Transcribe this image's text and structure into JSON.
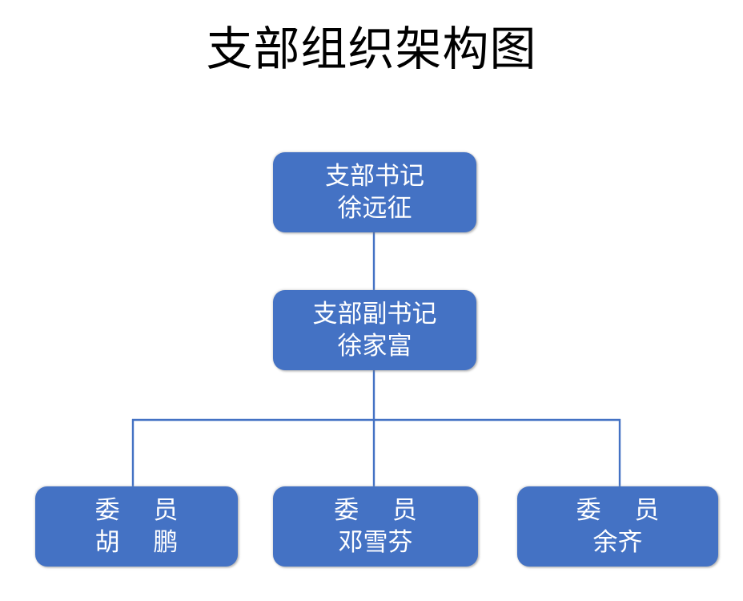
{
  "title": "支部组织架构图",
  "theme": {
    "node_fill": "#4472C4",
    "node_text": "#FFFFFF",
    "connector": "#4472C4",
    "background": "#FFFFFF",
    "title_color": "#000000"
  },
  "org_chart": {
    "nodes": [
      {
        "id": "secretary",
        "role": "支部书记",
        "name": "徐远征",
        "level": 1
      },
      {
        "id": "deputy",
        "role": "支部副书记",
        "name": "徐家富",
        "level": 2
      },
      {
        "id": "member-hupeng",
        "role": "委 员",
        "name": "胡 鹏",
        "level": 3
      },
      {
        "id": "member-dengxuefen",
        "role": "委 员",
        "name": "邓雪芬",
        "level": 3
      },
      {
        "id": "member-yuqi",
        "role": "委 员",
        "name": "余齐",
        "level": 3
      }
    ],
    "edges": [
      {
        "from": "secretary",
        "to": "deputy"
      },
      {
        "from": "deputy",
        "to": "member-hupeng"
      },
      {
        "from": "deputy",
        "to": "member-dengxuefen"
      },
      {
        "from": "deputy",
        "to": "member-yuqi"
      }
    ]
  }
}
